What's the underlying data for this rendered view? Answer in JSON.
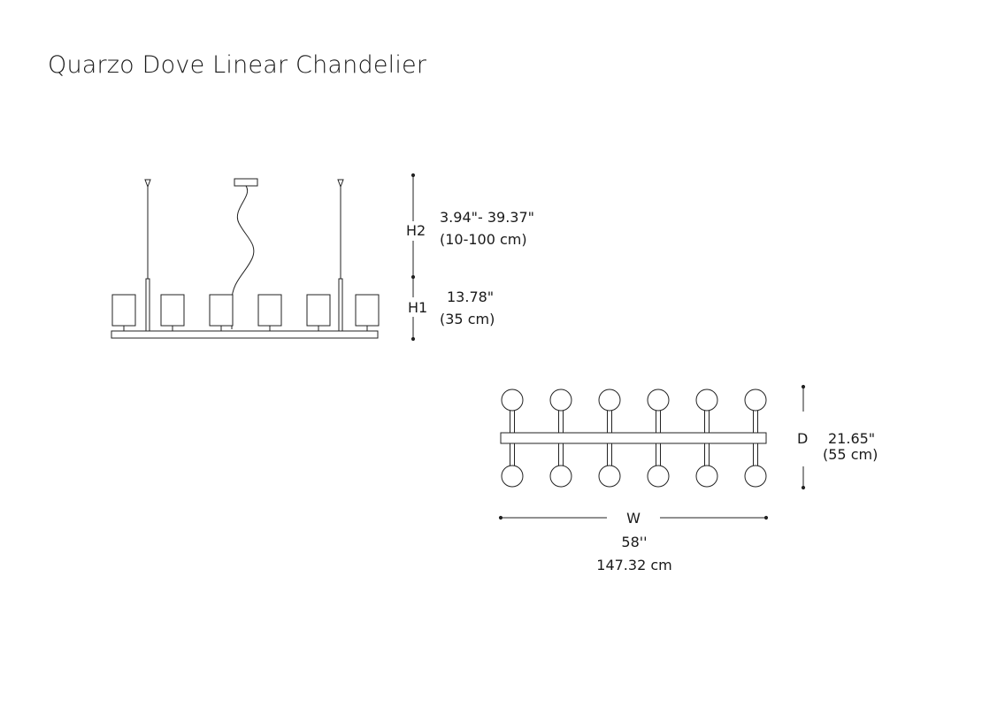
{
  "title": "Quarzo Dove Linear Chandelier",
  "dimensions": {
    "h2": {
      "label": "H2",
      "imperial": "3.94\"- 39.37\"",
      "metric": "(10-100 cm)"
    },
    "h1": {
      "label": "H1",
      "imperial": "13.78\"",
      "metric": "(35 cm)"
    },
    "d": {
      "label": "D",
      "imperial": "21.65\"",
      "metric": "(55 cm)"
    },
    "w": {
      "label": "W",
      "imperial": "58''",
      "metric": "147.32 cm"
    }
  },
  "shade_count": 6
}
